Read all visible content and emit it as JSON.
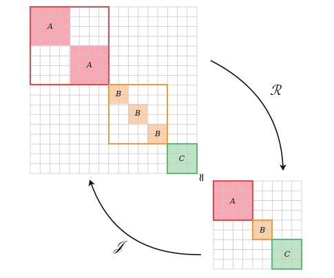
{
  "large_matrix": {
    "block_labels": [
      "A",
      "A",
      "B",
      "B",
      "B",
      "C"
    ]
  },
  "small_matrix": {
    "block_labels": [
      "A",
      "B",
      "C"
    ]
  },
  "operators": {
    "reduce": "ℛ",
    "inject": "𝒥",
    "equivalence": "≃"
  },
  "colors": {
    "A_fill": "#f7a8b3",
    "A_border": "#e2484e",
    "B_fill": "#f9d1ad",
    "B_border": "#f09a3c",
    "C_fill": "#bfe3c5",
    "C_border": "#5fb878",
    "grid": "#c8c8c8",
    "arrow": "#111111"
  }
}
